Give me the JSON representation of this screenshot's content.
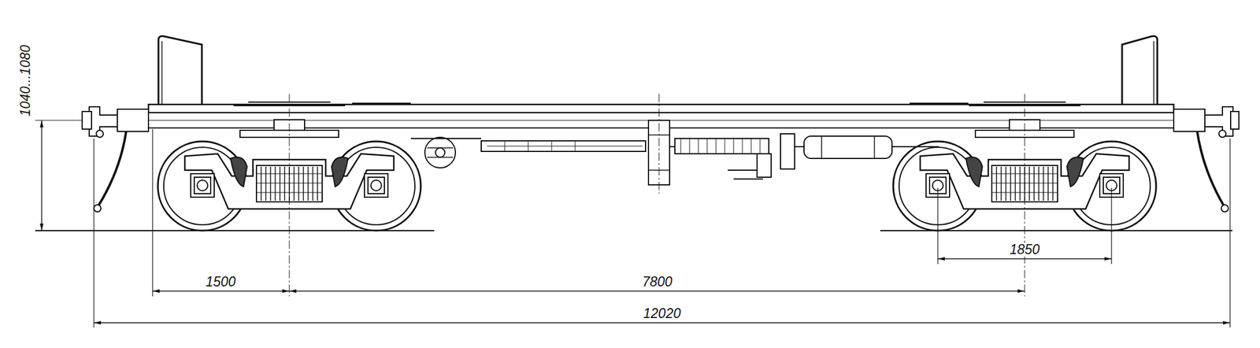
{
  "diagram": {
    "labels": [
      "1040...1080",
      "1500",
      "7800",
      "1850",
      "12020"
    ]
  }
}
